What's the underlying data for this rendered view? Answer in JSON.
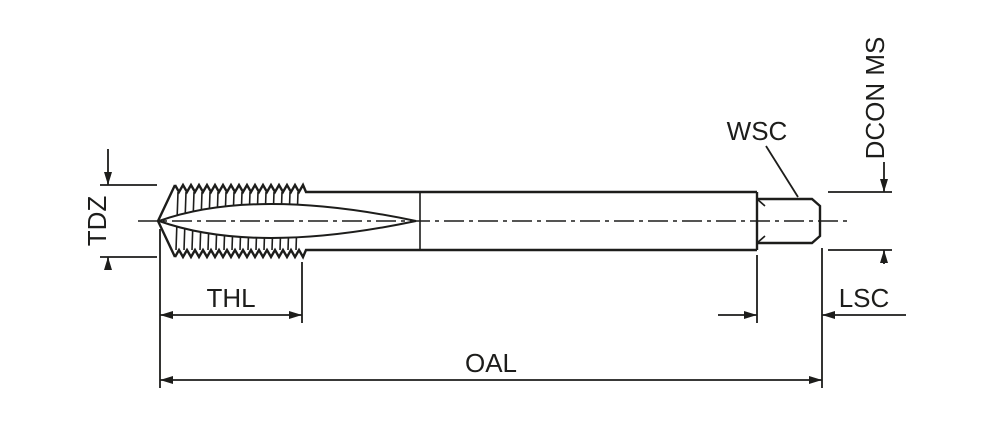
{
  "drawing": {
    "title": "tap-dimension-diagram",
    "colors": {
      "line": "#1d1d1b",
      "background": "#ffffff"
    }
  },
  "labels": {
    "tdz": "TDZ",
    "thl": "THL",
    "oal": "OAL",
    "wsc": "WSC",
    "dcon": "DCON MS",
    "lsc": "LSC"
  }
}
